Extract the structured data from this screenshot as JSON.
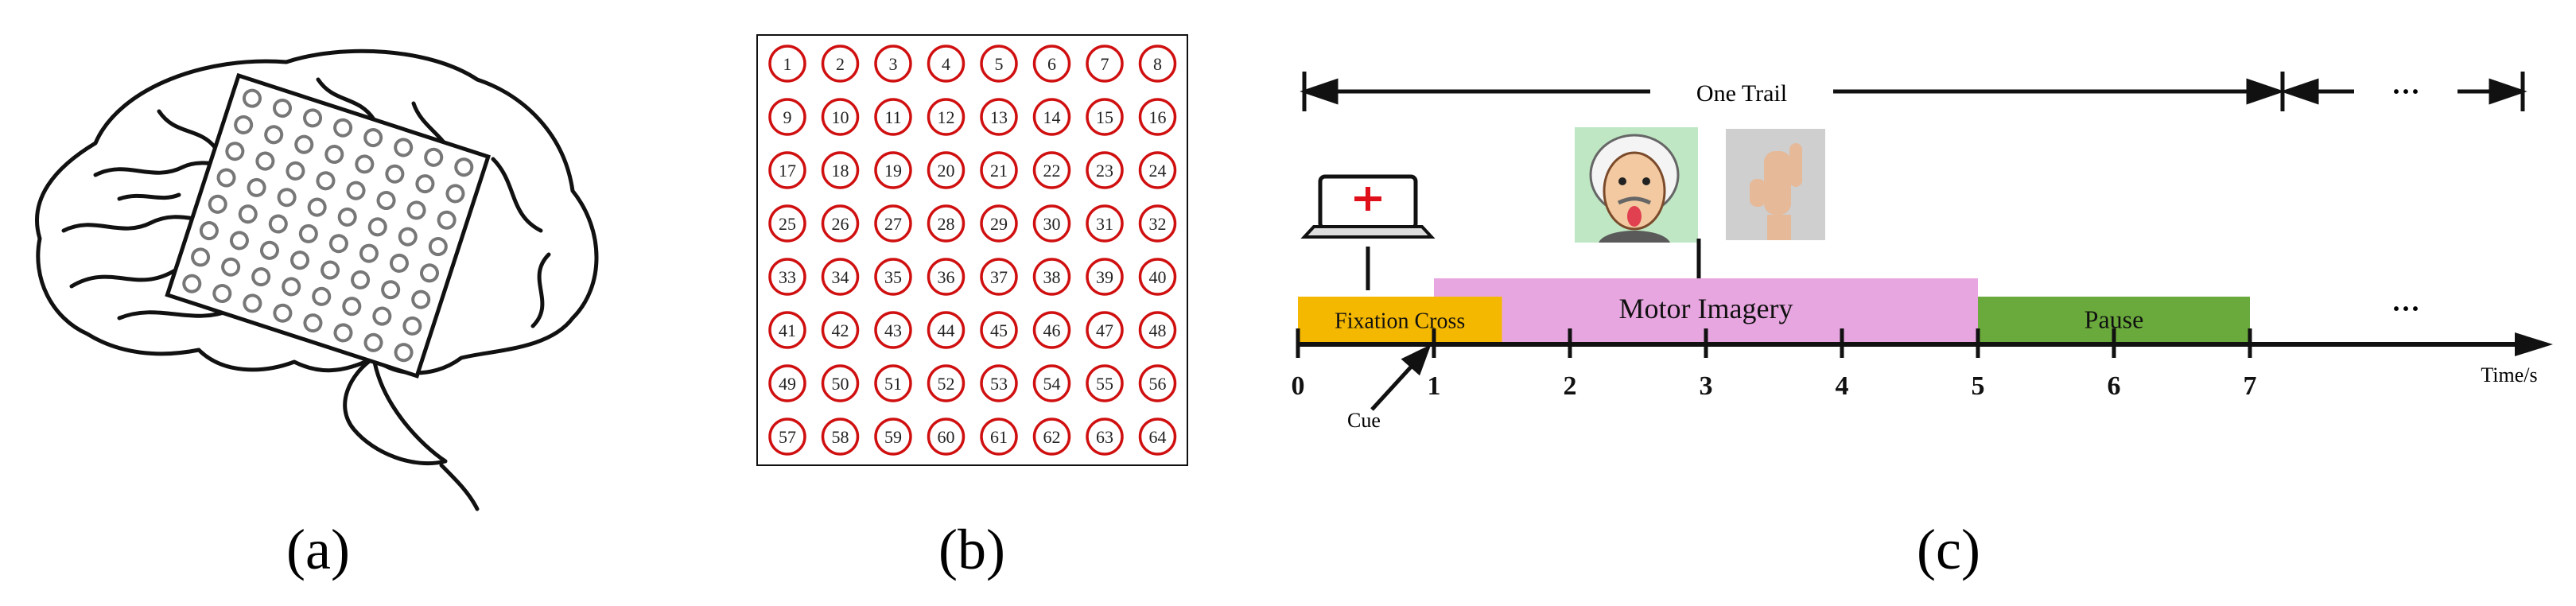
{
  "panels": {
    "a": {
      "label": "(a)"
    },
    "b": {
      "label": "(b)",
      "electrodes": [
        "1",
        "2",
        "3",
        "4",
        "5",
        "6",
        "7",
        "8",
        "9",
        "10",
        "11",
        "12",
        "13",
        "14",
        "15",
        "16",
        "17",
        "18",
        "19",
        "20",
        "21",
        "22",
        "23",
        "24",
        "25",
        "26",
        "27",
        "28",
        "29",
        "30",
        "31",
        "32",
        "33",
        "34",
        "35",
        "36",
        "37",
        "38",
        "39",
        "40",
        "41",
        "42",
        "43",
        "44",
        "45",
        "46",
        "47",
        "48",
        "49",
        "50",
        "51",
        "52",
        "53",
        "54",
        "55",
        "56",
        "57",
        "58",
        "59",
        "60",
        "61",
        "62",
        "63",
        "64"
      ],
      "circle_color": "#d01010"
    },
    "c": {
      "label": "(c)",
      "trial_label": "One Trail",
      "continuation": "···",
      "phases": [
        {
          "label": "Fixation Cross",
          "start": 0,
          "end": 1.5,
          "color": "#f5b800"
        },
        {
          "label": "Motor Imagery",
          "start": 1,
          "end": 5,
          "color": "#e8a6e0"
        },
        {
          "label": "Pause",
          "start": 5,
          "end": 7,
          "color": "#6aaa3c"
        }
      ],
      "ticks": [
        "0",
        "1",
        "2",
        "3",
        "4",
        "5",
        "6",
        "7"
      ],
      "axis_label": "Time/s",
      "cue_label": "Cue"
    }
  }
}
